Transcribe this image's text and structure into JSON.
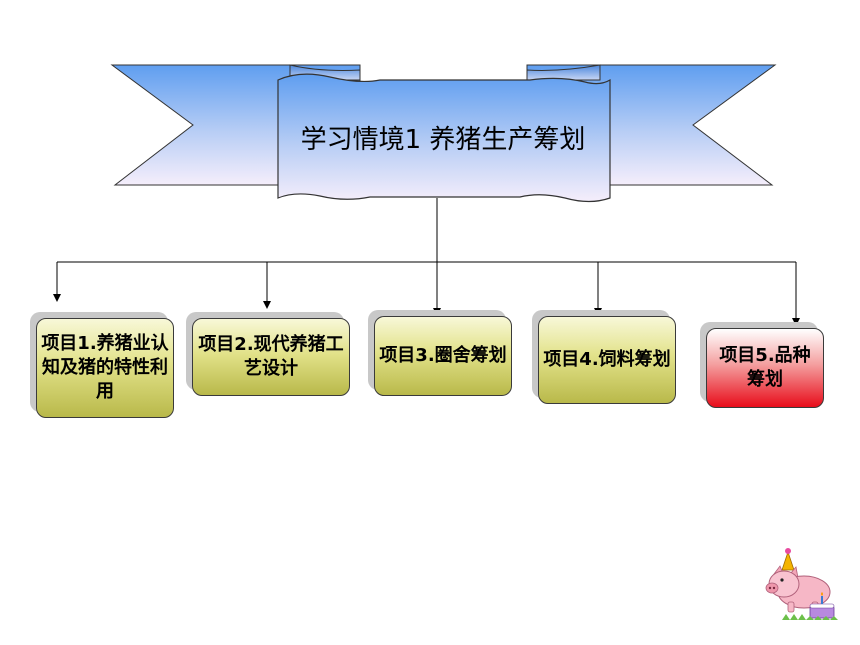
{
  "banner": {
    "title": "学习情境1  养猪生产筹划",
    "colors": {
      "top": "#6fa8f0",
      "bottom": "#f4ecfb"
    }
  },
  "items": [
    {
      "label": "项目1.养猪业认知及猪的特性利用",
      "style": "yellow"
    },
    {
      "label": "项目2.现代养猪工艺设计",
      "style": "yellow"
    },
    {
      "label": "项目3.圈舍筹划",
      "style": "yellow"
    },
    {
      "label": "项目4.饲料筹划",
      "style": "yellow"
    },
    {
      "label": "项目5.品种筹划",
      "style": "red"
    }
  ],
  "colors": {
    "item_yellow": "#d8d878",
    "item_red": "#e80c1a",
    "connector": "#000000"
  },
  "decoration": {
    "icon": "pig-birthday-clipart-icon"
  }
}
